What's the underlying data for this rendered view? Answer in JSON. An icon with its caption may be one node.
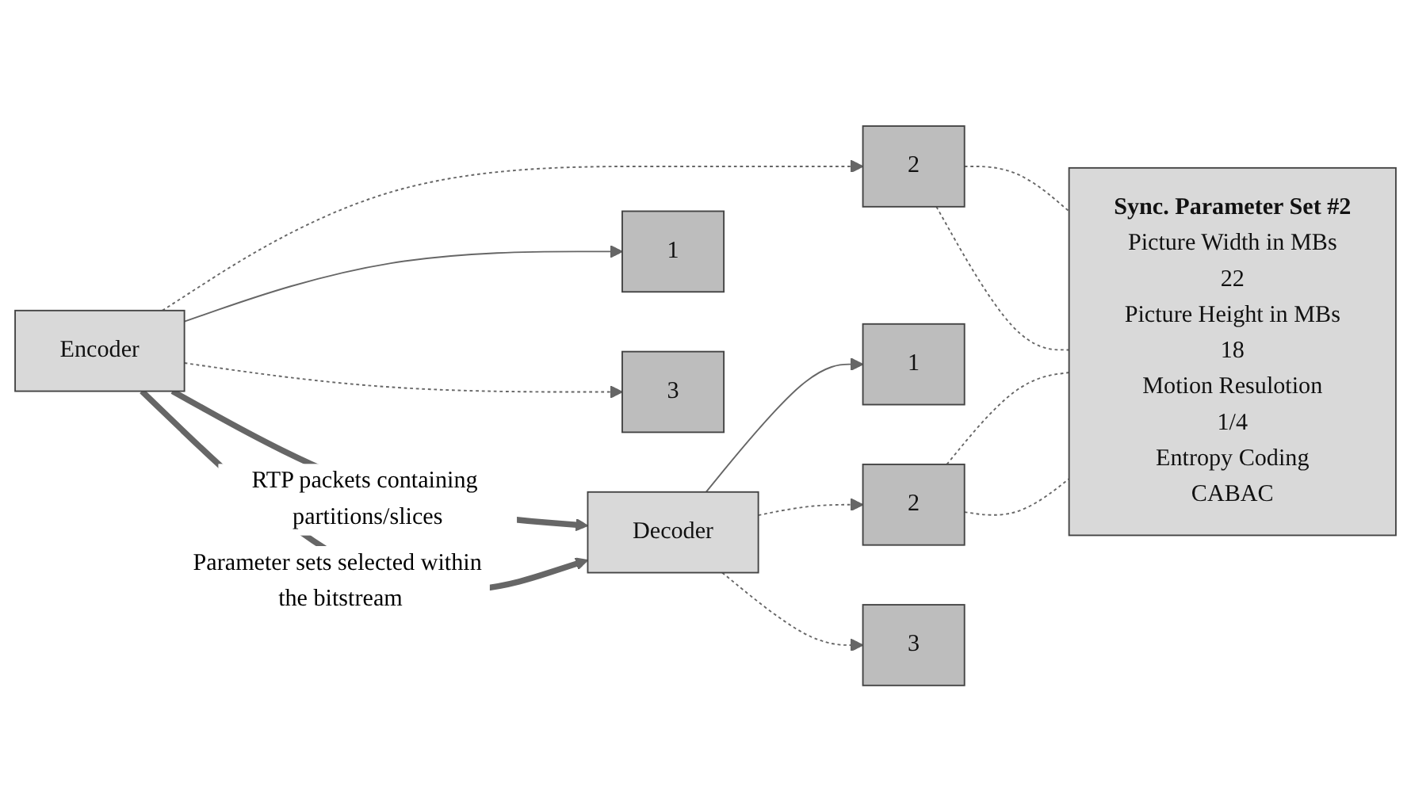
{
  "diagram": {
    "nodes": [
      {
        "text": [
          "Encoder"
        ]
      },
      {
        "text": [
          "Decoder"
        ]
      },
      {
        "text": [
          "1"
        ]
      },
      {
        "text": [
          "2"
        ]
      },
      {
        "text": [
          "3"
        ]
      },
      {
        "text": [
          "1"
        ]
      },
      {
        "text": [
          "2"
        ]
      },
      {
        "text": [
          "3"
        ]
      },
      {
        "text": [
          "Sync. Parameter Set #2",
          "Picture Width in MBs",
          "22",
          "Picture Height in MBs",
          "18",
          "Motion Resulotion",
          "1/4",
          "Entropy Coding",
          "CABAC"
        ]
      }
    ],
    "edges": [
      {
        "from": 0,
        "to": 1,
        "arrow": "to",
        "label": "RTP packets containing partitions/slices",
        "style": "thick"
      },
      {
        "from": 0,
        "to": 1,
        "arrow": "to",
        "label": "Parameter sets selected within the bitstream",
        "style": "thick"
      },
      {
        "from": 0,
        "to": 2,
        "arrow": "to"
      },
      {
        "from": 0,
        "to": 3,
        "arrow": "to",
        "style": "dashed"
      },
      {
        "from": 0,
        "to": 4,
        "arrow": "to",
        "style": "dashed"
      },
      {
        "from": 1,
        "to": 5,
        "arrow": "to"
      },
      {
        "from": 1,
        "to": 6,
        "arrow": "to",
        "style": "dashed"
      },
      {
        "from": 1,
        "to": 7,
        "arrow": "to",
        "style": "dashed"
      },
      {
        "from": 3,
        "to": 8,
        "arrow": "none",
        "style": "dashed"
      },
      {
        "from": 3,
        "to": 8,
        "arrow": "none",
        "style": "dashed"
      },
      {
        "from": 6,
        "to": 8,
        "arrow": "none",
        "style": "dashed"
      },
      {
        "from": 6,
        "to": 8,
        "arrow": "none",
        "style": "dashed"
      }
    ]
  }
}
